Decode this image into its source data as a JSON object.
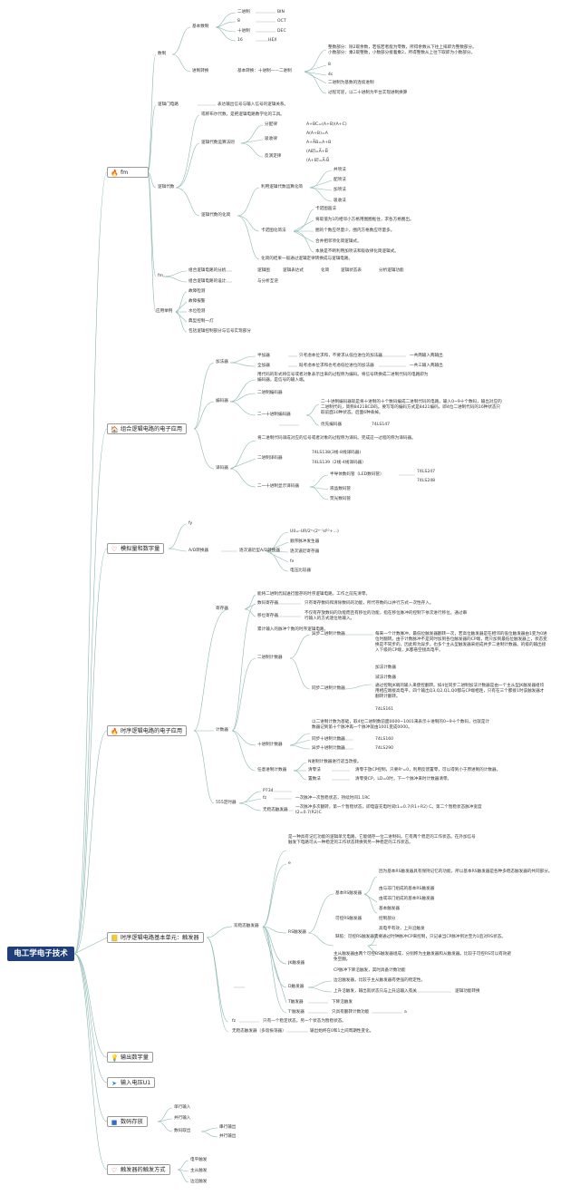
{
  "root": "电工学电子技术",
  "sections": [
    {
      "label": "fm",
      "icon": "🔥"
    },
    {
      "label": "组合逻辑电路的电子应用",
      "icon": "🏠"
    },
    {
      "label": "模拟量和数字量",
      "icon": "♡"
    },
    {
      "label": "时序逻辑电路的电子应用",
      "icon": "🔥"
    },
    {
      "label": "时序逻辑电路基本单元：触发器",
      "icon": "📒"
    },
    {
      "label": "输出数字量",
      "icon": "💡"
    },
    {
      "label": "输入电压U1",
      "icon": "➤"
    },
    {
      "label": "数码存放",
      "icon": "■"
    },
    {
      "label": "触发器的触发方式",
      "icon": "♡"
    }
  ],
  "s1": {
    "shuzhi": "数制",
    "jiben": "基本数制",
    "bases": [
      [
        "二进制",
        "BIN"
      ],
      [
        "8",
        "OCT"
      ],
      [
        "十进制",
        "DEC"
      ],
      [
        "16",
        "HEX"
      ]
    ],
    "huansuan": "进制转换",
    "jiben_zh": "基本转换：十进制——二进制",
    "zh_items": [
      "整数部分：除2取余数，若低若者能为零数，所得余数从下往上排即为整数部分。小数部分：乘2取整数，小数部分接着乘2，所得整数从上往下取即为小数部分。",
      "8",
      "4c",
      "二进制为基数的连续进制",
      "过程可逆，以二十进制为平台实现进制换算"
    ],
    "luoji_dl": "逻辑门电路",
    "luoji_dl_desc": "表达输出信号与输入信号的逻辑关系。",
    "luoji_ds": "逻辑代数",
    "ds_def": "或称布尔代数，是把逻辑电路数学化的工具。",
    "yunsuan": "逻辑代数运算法则",
    "fapei": "分配律",
    "fapei_f": "A+BC=(A+B)(A+C)",
    "denghuan": "吸收律",
    "denghuan_f1": "A(A+B)=A",
    "denghuan_f2": "A+A̅B=A+B",
    "fanyan": "反演定律",
    "fanyan_f1": "(AB)̅=A̅+B̅",
    "fanyan_f2": "(A+B)̅=A̅·B̅",
    "huajian": "逻辑代数的化简",
    "gongshi": "利用逻辑代数运算化简",
    "gs_items": [
      "并项法",
      "配项法",
      "加项法",
      "吸收法"
    ],
    "kanuo": "卡诺图化简法",
    "kn_items": [
      "卡诺图画法",
      "将取值为1的相邻小方格用圈圈框住，求各方格圈出。",
      "圈的个数应尽量少，圈内方格数应尽量多。",
      "合并相邻项化简逻辑式。",
      "本质是不断利用加项法和吸收律化简逻辑式。"
    ],
    "kn_end": "化简的结果一般通过逻辑定律转换成与逻辑电路。",
    "fm": "fm",
    "fenxi": "组合逻辑电路的分析",
    "fenxi_steps": [
      "逻辑图",
      "逻辑表达式",
      "化简",
      "逻辑状态表",
      "分析逻辑功能"
    ],
    "sheji": "组合逻辑电路的设计",
    "sheji_desc": "与分析互逆",
    "yingyong": "应用举例",
    "yy_items": [
      "故障检测",
      "故障报警",
      "水位检测",
      "典型控制一灯",
      "包括逻辑控制部分与信号实现部分"
    ]
  },
  "s2": {
    "jiafa": "加法器",
    "banjia": "半加器",
    "banjia_d": "只考虑本位求和，不要求从低位进位的加法器",
    "banjia_r": "一共两输入两输出",
    "quanjia": "全加器",
    "quanjia_d": "既考虑本位求和也考虑低位进位的加法器",
    "quanjia_r": "一共三输入两输出",
    "bianma": "编码器",
    "bianma_desc": "用代码的形式将信号或者对象表示出来的过程称为编码。将信号转换成二进制代码的电路即为编码器，是信号的输入端。",
    "erjinzhi": "二进制编码器",
    "ershijinzhi": "二一十进制编码器",
    "ershi_desc": "二-十进制编码器就是将十进制的十个数码编成二进制代码的电路。输入0~9十个数码，输出对应的二进制代码，简称8421BCD码。要写等的编码方式是8421编码，即4位二进制代码的16种状态只取前面10种状态。后面6种丢掉。",
    "youxian": "优先编码器",
    "youxian_chip": "74LS147",
    "yima": "译码器",
    "yima_desc": "将二进制代码译成对应的信号或者对象的过程称为译码。完成这一过程的称为译码器。",
    "eryima": "二进制译码器",
    "eryima_chips": [
      "74LS138(3线-8线译码器)",
      "74LS139（2线-4线译码器）"
    ],
    "xianshi": "二一十进制显示译码器",
    "bantao": "半导体数码管（LED数码管）",
    "bantao_chips": [
      "74LS247",
      "74LS248"
    ],
    "yejing": "液晶数码管",
    "yingguang": "荧光数码管"
  },
  "s3": {
    "fy": "fy",
    "ad": "A/D转换器",
    "ad_desc": "逐次逼近型A/D转换器",
    "ad_items": [
      "U0=-UR/2ⁿ·(2ⁿ⁻¹d¹⁰+…)",
      "顺序脉冲发生器",
      "逐次逼近寄存器",
      "fx",
      "电压比较器"
    ]
  },
  "s4": {
    "jicunqi": "寄存器",
    "jc_desc": "能将二进制代码进行暂存的时序逻辑电路，工作之前先清零。",
    "shuma_jc": "数码寄存器",
    "shuma_jc_d": "只有寄存数码和清除数码的功能，所代存数码以并行方式一次性存入。",
    "yiwei": "移位寄存器",
    "yiwei_d": "不仅有存放数码的功能而且有移位的功能，指在移位脉冲的控制下依次进行移位。通过串行输入的方式逐位地输入。",
    "jishuqi": "计数器",
    "js_desc": "累计输入的脉冲个数的时序逻辑电路。",
    "erjz_js": "二进制计数器",
    "yibu": "异步二进制计数器",
    "yibu_desc": "每来一个计数脉冲，最低位触发器翻转一次，若高位触发器是在相邻的低位触发器由1变为0进位时翻转。由于计数脉冲不是同时加到各位触发器的CP端，而只加到最低位触发器上，状态变换是不同步的，因此称为异步。也多个主从型触发器采组成并步二进制计数器。的级的输出接入下级的CP端，JK都悬空接高电平。",
    "yibu_add": "加法计数器",
    "yibu_sub": "减法计数器",
    "tongbu": "同步二进制计数器",
    "tongbu_desc": "通过控制JK端的输入来使控翻转。如4位同步二进制加法计数器是由一个主从型JK触发器组均用相应端接高电平，四个输出Q3,Q2,Q1,Q0都与CP端相连，只有在三个都接1时该触发器才翻转计翻转。",
    "tongbu_chip": "74LS161",
    "shijz_js": "十进制计数器",
    "shijz_desc": "以二进制计数为基础，取4位二进制数前面0000~1001来表示十进制的0~9十个数码，也就是计数器记到第十个脉冲再一个脉冲就由1001变成0000。",
    "tongbu10": "同步十进制计数器",
    "tongbu10_chip": "74LS160",
    "yibu10": "异步十进制计数器",
    "yibu10_chip": "74LS290",
    "renyi": "任意进制计数器",
    "renyi_desc": "N进制计数器进行适当改接。",
    "qingling": "清零法",
    "qingling_d": "清零于放CP控制，只要Rᵈ=0，利用反馈置零，可以得到小于原进制的计数器。",
    "zhishu": "置数法",
    "zhishu_d": "清零受CP，LD=0时，下一个脉冲来时计数器清零。",
    "dingshi": "555定时器",
    "p734": "P734",
    "fz": "fz",
    "fz_d": "一次脉冲一次暂稳状态，持续时间1.1RC",
    "wuwending": "无稳态触发器",
    "wuwending_d": "一次脉冲多次翻转，第一个暂稳状态，即电容充电时间t1=0.7(R1+R2) C。第二个暂稳状态脉冲宽度t2=0.7(R2)C"
  },
  "s5": {
    "shuangwen": "双稳态触发器",
    "sw_desc": "是一种具有记忆功能的逻辑单元电路。它能储存一位二进制码。它有两个稳定的工作状态。在外加信号触发下电路可从一种稳定的工作状态转换到另一种稳定的工作状态。",
    "e": "e",
    "rs": "RS触发器",
    "jiben_rs": "基本RS触发器",
    "jiben_rs_items": [
      "因为基本RS触发器具有保持记忆的功能，所以基本RS触发器是各种多稳态触发器的共同部分。",
      "由与非门组成的基本RS触发器",
      "由或非门组成的基本RS触发器"
    ],
    "kezhi_rs": "可控RS触发器",
    "kezhi_rs_items": [
      "基本触发器",
      "控制部分",
      "高电平有效，上升沿触发"
    ],
    "kezhi_rs_note": "缺陷：可控RS触发器需要通过时钟脉冲CP来控制，只记录当CP脉冲到达至为1后对RS状态。",
    "jk": "JK触发器",
    "jk_desc": "主从触发器由两个可控RS触发器组成，分别称为主触发器和从触发器。比较于可控RS可以有效避免空翻。",
    "jk_note": "CP脉冲下降沿触发，其时具备计数功能",
    "d": "D触发器",
    "d_desc": "边沿触发器，比较于主从触发器有更强的稳定性。",
    "d_desc2": "上升沿触发，输出就状态只与上升沿输入有关",
    "d_tag": "逻辑功能转换",
    "t": "T触发器",
    "t_d": "下降沿触发",
    "t2": "T'触发器",
    "t2_d": "只具有翻转计数功能",
    "t2_tag": "a",
    "fz": "fz",
    "fz_d": "只有一个稳定状态，另一个状态为暂稳状态。",
    "wuwending": "无稳态触发器（多谐振荡器）",
    "wuwending_d": "输出始终在0和1之间周期性变化。"
  },
  "s8": {
    "danxing": "单行输入",
    "bingxing": "并行输入",
    "shuchu": "数码取出",
    "chuanxing_out": "串行输出",
    "bingxing_out": "并行输出"
  },
  "s9": {
    "items": [
      "电平触发",
      "主从触发",
      "边沿触发"
    ]
  },
  "colors": {
    "root": "#1f3f7a",
    "edge": "#7fb9b0",
    "edge_dark": "#b7b7b7"
  }
}
